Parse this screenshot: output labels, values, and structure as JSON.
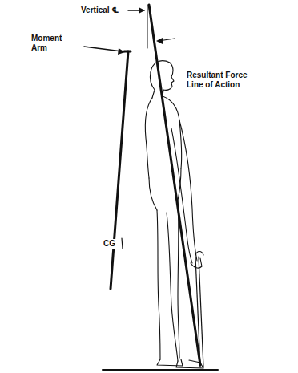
{
  "diagram": {
    "labels": [
      "Vertical ℄",
      "Moment Arm",
      "Resultant Force Line of Action",
      "CG"
    ]
  }
}
